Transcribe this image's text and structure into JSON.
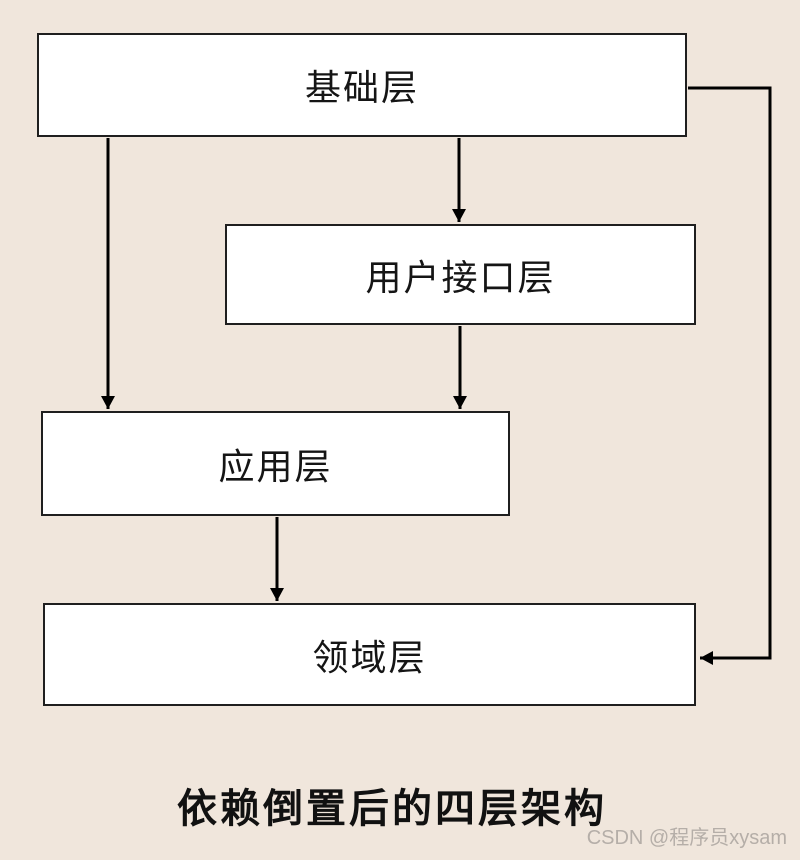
{
  "diagram": {
    "title": "依赖倒置后的四层架构",
    "nodes": [
      {
        "id": "infrastructure-layer",
        "label": "基础层"
      },
      {
        "id": "user-interface-layer",
        "label": "用户接口层"
      },
      {
        "id": "application-layer",
        "label": "应用层"
      },
      {
        "id": "domain-layer",
        "label": "领域层"
      }
    ],
    "edges": [
      {
        "from": "基础层",
        "to": "用户接口层",
        "style": "arrow-down"
      },
      {
        "from": "基础层",
        "to": "应用层",
        "style": "arrow-down"
      },
      {
        "from": "用户接口层",
        "to": "应用层",
        "style": "arrow-down"
      },
      {
        "from": "应用层",
        "to": "领域层",
        "style": "arrow-down"
      },
      {
        "from": "基础层",
        "to": "领域层",
        "style": "arrow-right-side-elbow"
      }
    ],
    "caption": "依赖倒置后的四层架构",
    "watermark": "CSDN @程序员xysam",
    "colors": {
      "background": "#f0e6dc",
      "box_fill": "#ffffff",
      "box_border": "#1f1f1f",
      "arrow": "#000000",
      "label_text": "#151515",
      "caption_text": "#111111",
      "watermark_text": "#b5aea8"
    }
  }
}
